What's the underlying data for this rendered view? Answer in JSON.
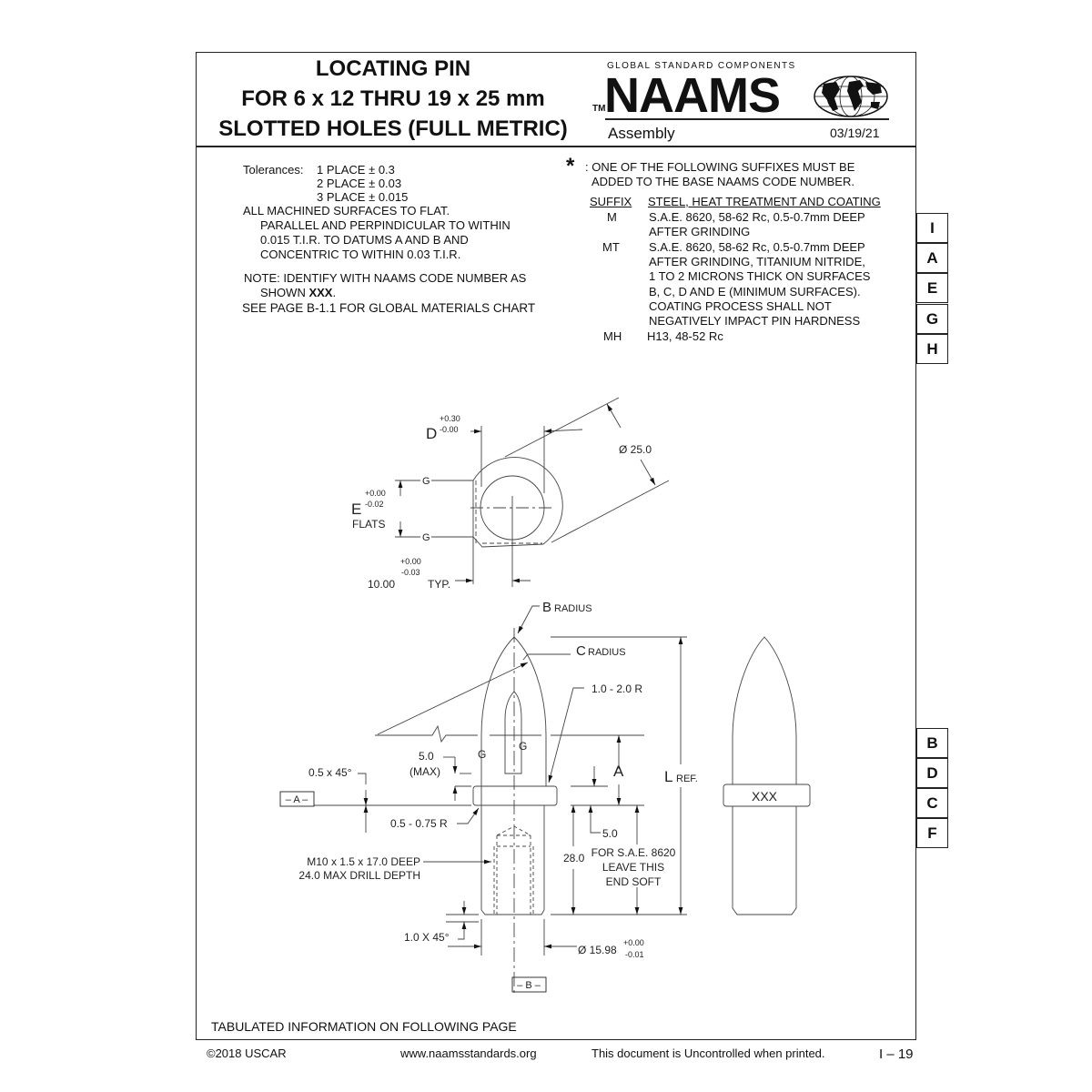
{
  "header": {
    "title_lines": [
      "LOCATING PIN",
      "FOR 6 x 12 THRU 19 x 25 mm",
      "SLOTTED HOLES (FULL METRIC)"
    ],
    "brand_tagline": "GLOBAL STANDARD COMPONENTS",
    "brand": "NAAMS",
    "trademark": "TM",
    "category": "Assembly",
    "date": "03/19/21"
  },
  "notes_left": {
    "tolerances_label": "Tolerances:",
    "tolerances": [
      "1 PLACE ± 0.3",
      "2 PLACE ± 0.03",
      "3 PLACE ± 0.015"
    ],
    "machined": [
      "ALL MACHINED SURFACES TO FLAT.",
      "PARALLEL AND PERPINDICULAR TO WITHIN",
      "0.015 T.I.R. TO DATUMS A AND B AND",
      "CONCENTRIC TO WITHIN 0.03 T.I.R."
    ],
    "identify_1": "NOTE: IDENTIFY WITH NAAMS CODE NUMBER AS",
    "identify_2": "SHOWN",
    "identify_bold": "XXX",
    "identify_end": ".",
    "materials": "SEE PAGE B-1.1 FOR GLOBAL MATERIALS CHART"
  },
  "notes_right": {
    "asterisk": "*",
    "intro": [
      ": ONE OF THE FOLLOWING SUFFIXES MUST BE",
      "ADDED TO THE BASE NAAMS CODE NUMBER."
    ],
    "col_suffix": "SUFFIX",
    "col_desc": "STEEL, HEAT TREATMENT AND COATING",
    "rows": [
      {
        "suffix": "M",
        "lines": [
          "S.A.E. 8620, 58-62 Rc, 0.5-0.7mm DEEP",
          "AFTER GRINDING"
        ]
      },
      {
        "suffix": "MT",
        "lines": [
          "S.A.E. 8620, 58-62 Rc, 0.5-0.7mm DEEP",
          "AFTER GRINDING, TITANIUM NITRIDE,",
          "1 TO 2 MICRONS THICK ON SURFACES",
          "B, C, D AND E (MINIMUM SURFACES).",
          "COATING PROCESS SHALL NOT",
          "NEGATIVELY IMPACT PIN HARDNESS"
        ]
      },
      {
        "suffix": "MH",
        "lines": [
          "H13, 48-52 Rc"
        ]
      }
    ]
  },
  "side_tabs_top": [
    "I",
    "A",
    "E",
    "G",
    "H"
  ],
  "side_tabs_bottom": [
    "B",
    "D",
    "C",
    "F"
  ],
  "drawing": {
    "d_label": "D",
    "d_tol_plus": "+0.30",
    "d_tol_minus": "-0.00",
    "dia_25": "Ø 25.0",
    "g": "G",
    "e_label": "E",
    "e_tol_plus": "+0.00",
    "e_tol_minus": "-0.02",
    "flats": "FLATS",
    "w_value": "10.00",
    "w_tol_plus": "+0.00",
    "w_tol_minus": "-0.03",
    "typ": "TYP.",
    "b_radius_letter": "B",
    "b_radius": "RADIUS",
    "c_radius_letter": "C",
    "c_radius": "RADIUS",
    "r_1_2": "1.0 - 2.0 R",
    "max_5": "5.0",
    "max_label": "(MAX)",
    "chamfer_05": "0.5 x 45°",
    "datum_a": "– A –",
    "r_05": "0.5 - 0.75 R",
    "a_label": "A",
    "l_label": "L",
    "ref": "REF.",
    "dim_5": "5.0",
    "dim_28": "28.0",
    "soft_note": [
      "FOR S.A.E. 8620",
      "LEAVE THIS",
      "END SOFT"
    ],
    "thread": [
      "M10 x 1.5 x 17.0 DEEP",
      "24.0 MAX DRILL DEPTH"
    ],
    "chamfer_10": "1.0 X 45°",
    "dia_1598": "Ø 15.98",
    "dia_tol_plus": "+0.00",
    "dia_tol_minus": "-0.01",
    "datum_b": "– B –",
    "marking": "XXX"
  },
  "footer": {
    "tabulated": "TABULATED INFORMATION ON FOLLOWING PAGE",
    "copyright": "©2018 USCAR",
    "url": "www.naamsstandards.org",
    "uncontrolled": "This document is Uncontrolled when printed.",
    "page": "I – 19"
  }
}
